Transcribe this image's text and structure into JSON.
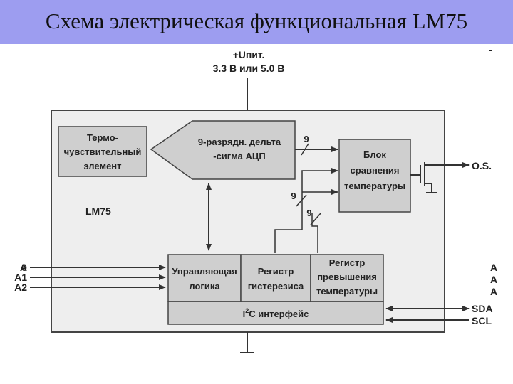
{
  "slide": {
    "title": "Схема электрическая функциональная LM75",
    "corner_mark": "-"
  },
  "supply": {
    "line1": "+Uпит.",
    "line2": "3.3 В или 5.0 В"
  },
  "chip_label": "LM75",
  "blocks": {
    "sensor": [
      "Термо-",
      "чувствительный",
      "элемент"
    ],
    "adc": [
      "9-разрядн. дельта",
      "-сигма АЦП"
    ],
    "comparator": [
      "Блок",
      "сравнения",
      "температуры"
    ],
    "control_logic": [
      "Управляющая",
      "логика"
    ],
    "hysteresis_register": [
      "Регистр",
      "гистерезиса"
    ],
    "overtemp_register": [
      "Регистр",
      "превышения",
      "температуры"
    ],
    "i2c_prefix": "I",
    "i2c_sup": "2",
    "i2c_rest": "C интерфейс"
  },
  "bus_labels": {
    "adc_to_comparator": "9",
    "hyst_to_comparator": "9",
    "overtemp_to_comparator": "9"
  },
  "pins": {
    "left": [
      "A0",
      "A1",
      "A2"
    ],
    "right_partial": [
      "A",
      "A",
      "A"
    ],
    "os": "O.S.",
    "sda": "SDA",
    "scl": "SCL"
  },
  "colors": {
    "title_bar": "#9d9df0",
    "block_fill": "#cfcfcf",
    "chip_fill": "#eeeeee",
    "line": "#333333"
  }
}
